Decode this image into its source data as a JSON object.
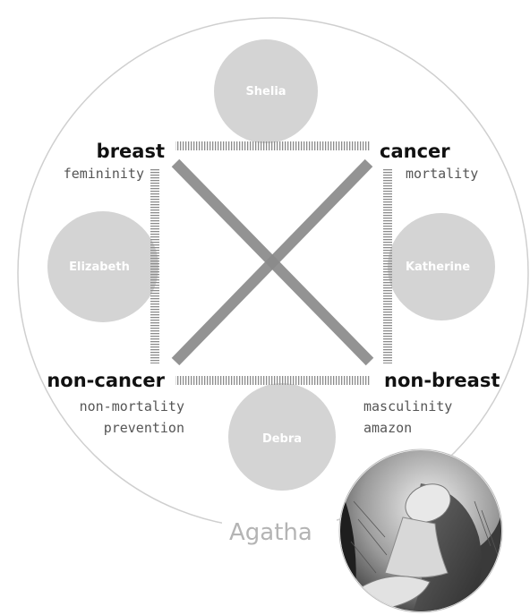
{
  "outer_circle_name": "Agatha",
  "circles": {
    "top": "Shelia",
    "left": "Elizabeth",
    "right": "Katherine",
    "bottom": "Debra"
  },
  "corners": {
    "top_left": {
      "main": "breast",
      "sub": [
        "femininity"
      ]
    },
    "top_right": {
      "main": "cancer",
      "sub": [
        "mortality"
      ]
    },
    "bottom_left": {
      "main": "non-cancer",
      "sub": [
        "non-mortality",
        "prevention"
      ]
    },
    "bottom_right": {
      "main": "non-breast",
      "sub": [
        "masculinity",
        "amazon"
      ]
    }
  },
  "colors": {
    "outer_circle_stroke": "#cfcfcf",
    "person_circle_fill": "#d4d4d4",
    "diagonal_line": "#8a8a8a",
    "hatched_border": "#8c8c8c"
  },
  "portrait_icon": "woman-gazing-upward-engraving"
}
